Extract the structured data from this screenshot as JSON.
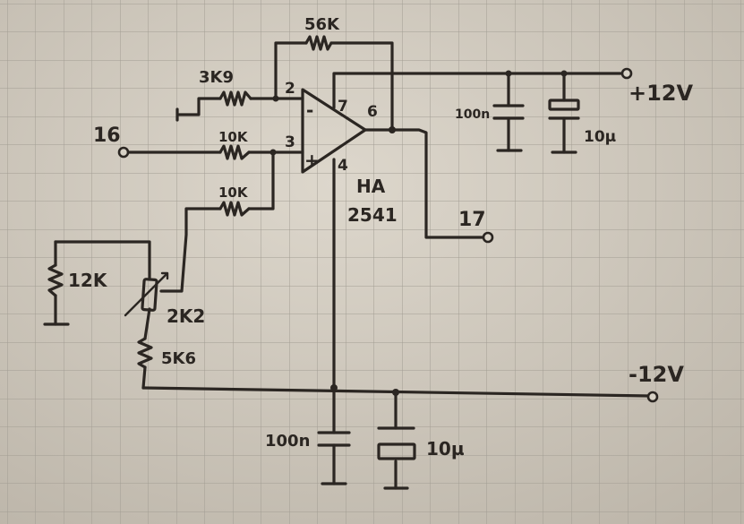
{
  "schematic": {
    "opamp": {
      "part": "HA",
      "number": "2541",
      "pin_inverting": "2",
      "pin_noninverting": "3",
      "pin_v_plus": "7",
      "pin_output": "6",
      "pin_v_minus": "4",
      "minus_sign": "-",
      "plus_sign": "+"
    },
    "resistors": {
      "feedback": "56K",
      "inverting_to_ground": "3K9",
      "input": "10K",
      "offset": "10K",
      "upper_divider": "12K",
      "trimmer": "2K2",
      "lower_divider": "5K6"
    },
    "capacitors": {
      "positive_ceramic": "100n",
      "positive_electrolytic": "10µ",
      "negative_ceramic": "100n",
      "negative_electrolytic": "10µ"
    },
    "terminals": {
      "input": "16",
      "output": "17",
      "positive_supply": "+12V",
      "negative_supply": "-12V"
    }
  },
  "colors": {
    "paper": "#c9c2b6",
    "grid": "#9e998f",
    "ink": "#2b2622"
  }
}
